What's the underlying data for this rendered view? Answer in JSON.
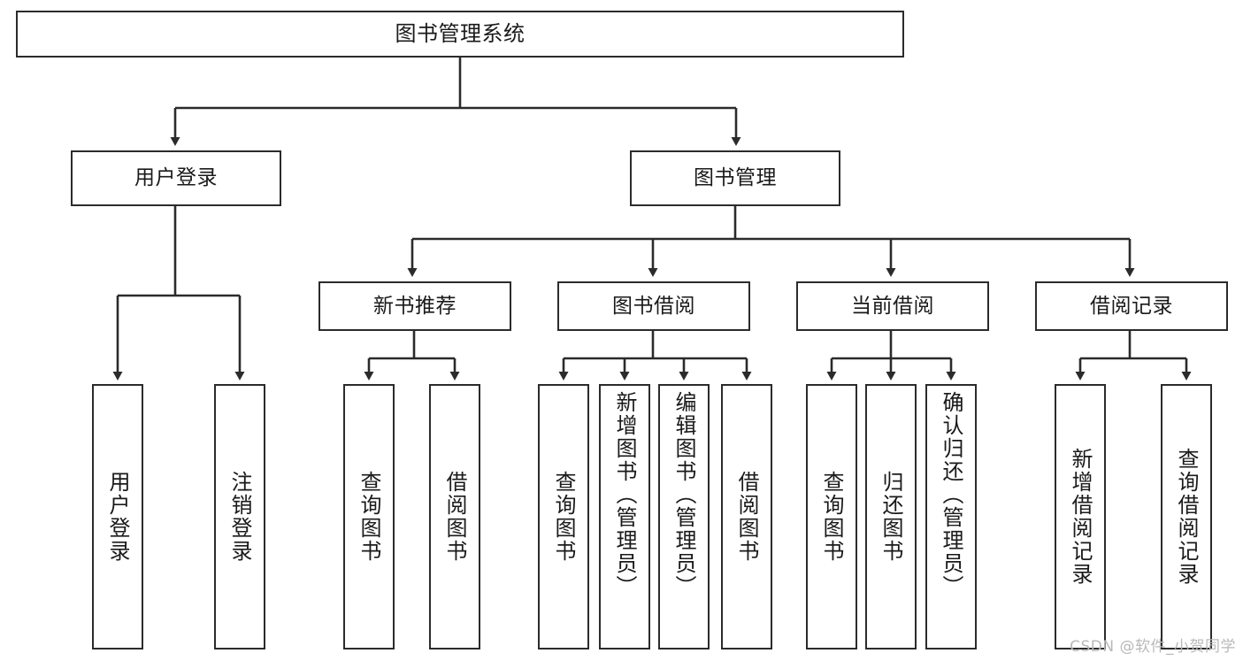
{
  "diagram": {
    "kind": "tree-flowchart",
    "title": "图书管理系统",
    "background_color": "#ffffff",
    "line_color": "#2b2b2b",
    "text_color": "#1a1a1a"
  },
  "nodes": {
    "root": {
      "label": "图书管理系统"
    },
    "level2": [
      {
        "label": "用户登录"
      },
      {
        "label": "图书管理"
      }
    ],
    "level3": [
      {
        "label": "新书推荐"
      },
      {
        "label": "图书借阅"
      },
      {
        "label": "当前借阅"
      },
      {
        "label": "借阅记录"
      }
    ],
    "leaves": {
      "user_login": [
        {
          "label": "用户登录"
        },
        {
          "label": "注销登录"
        }
      ],
      "new_book": [
        {
          "label": "查询图书"
        },
        {
          "label": "借阅图书"
        }
      ],
      "book_borrow": [
        {
          "label": "查询图书"
        },
        {
          "label": "新增图书（管理员）"
        },
        {
          "label": "编辑图书（管理员）"
        },
        {
          "label": "借阅图书"
        }
      ],
      "current_borrow": [
        {
          "label": "查询图书"
        },
        {
          "label": "归还图书"
        },
        {
          "label": "确认归还（管理员）"
        }
      ],
      "borrow_record": [
        {
          "label": "新增借阅记录"
        },
        {
          "label": "查询借阅记录"
        }
      ]
    }
  },
  "watermark": {
    "text": "CSDN @软件_小贺同学",
    "color": "#b9b9b9"
  }
}
